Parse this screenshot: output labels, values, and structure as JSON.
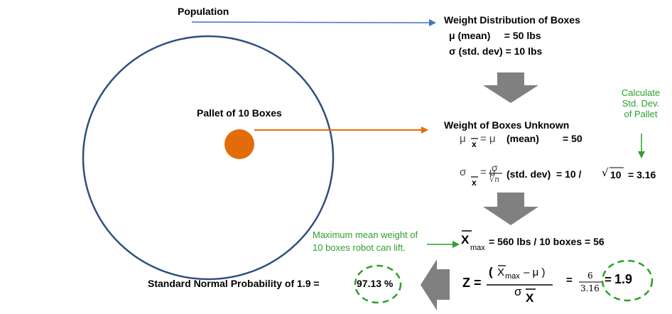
{
  "population_label": "Population",
  "pallet_label": "Pallet of 10 Boxes",
  "dist": {
    "title": "Weight Distribution of Boxes",
    "mean_line": "μ (mean)     = 50 lbs",
    "sd_line": "σ (std. dev) = 10 lbs"
  },
  "unknown": {
    "title": "Weight of Boxes Unknown",
    "mu": "μ",
    "x_sub": "x",
    "eq_mu": "= μ",
    "mean_label": "(mean)",
    "mean_val": "= 50",
    "sigma": "σ",
    "frac_num": "σ",
    "frac_den": "√n",
    "sd_label": "(std. dev)  = 10 /",
    "sqrt_sym": "√",
    "sqrt_arg": "10",
    "sd_val": "= 3.16"
  },
  "calc_note": [
    "Calculate",
    "Std. Dev.",
    "of Pallet"
  ],
  "max_note": [
    "Maximum mean weight of",
    "10 boxes robot can lift."
  ],
  "xmax": {
    "x": "X",
    "sub": "max",
    "expr": "= 560 lbs / 10 boxes = 56"
  },
  "z": {
    "label": "Z =",
    "num_open": "(",
    "num_x": "X",
    "num_sub": "max",
    "num_rest": " – μ )",
    "den_sigma": "σ",
    "den_x": "X",
    "eq": "=",
    "frac_num": "6",
    "frac_den": "3.16",
    "eq2": "=",
    "result": "1.9"
  },
  "prob": {
    "label": "Standard Normal Probability of 1.9 =",
    "value": "97.13 %"
  },
  "colors": {
    "circle": "#2e4f7a",
    "dot": "#e36c0a",
    "blue_arrow": "#4472c4",
    "orange_arrow": "#e36c0a",
    "gray_arrow": "#808080",
    "green": "#2ca02c"
  }
}
